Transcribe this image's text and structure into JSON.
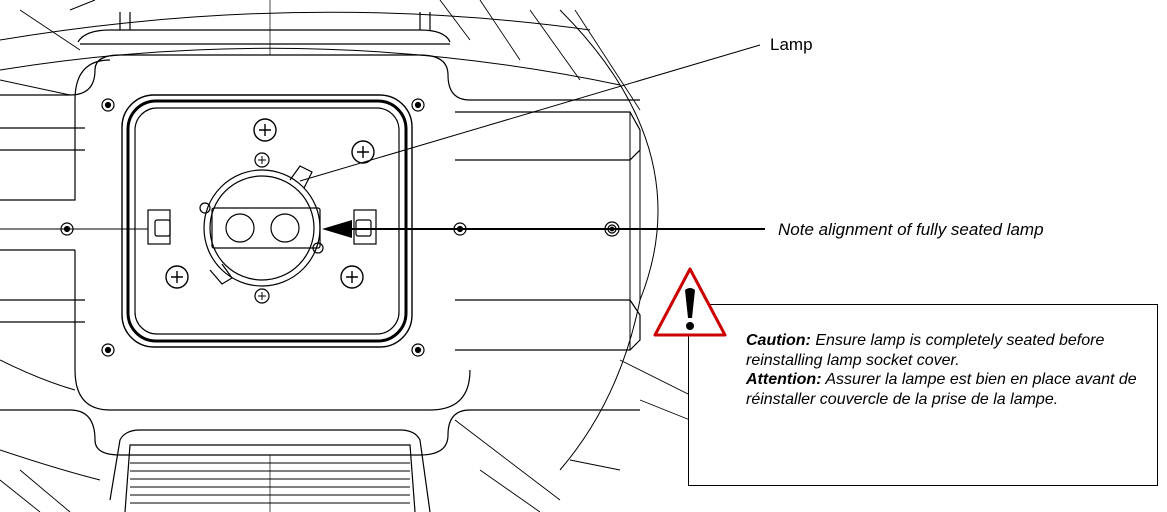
{
  "labels": {
    "lamp": "Lamp",
    "alignment_note": "Note alignment of fully seated lamp"
  },
  "caution": {
    "caution_heading": "Caution:",
    "caution_text": " Ensure lamp is completely seated before reinstalling lamp socket cover.",
    "attention_heading": "Attention:",
    "attention_text": " Assurer la lampe est bien en place avant de réinstaller couvercle de la prise de la lampe.",
    "icon": "warning-triangle-icon",
    "icon_color": "#cc0000"
  }
}
